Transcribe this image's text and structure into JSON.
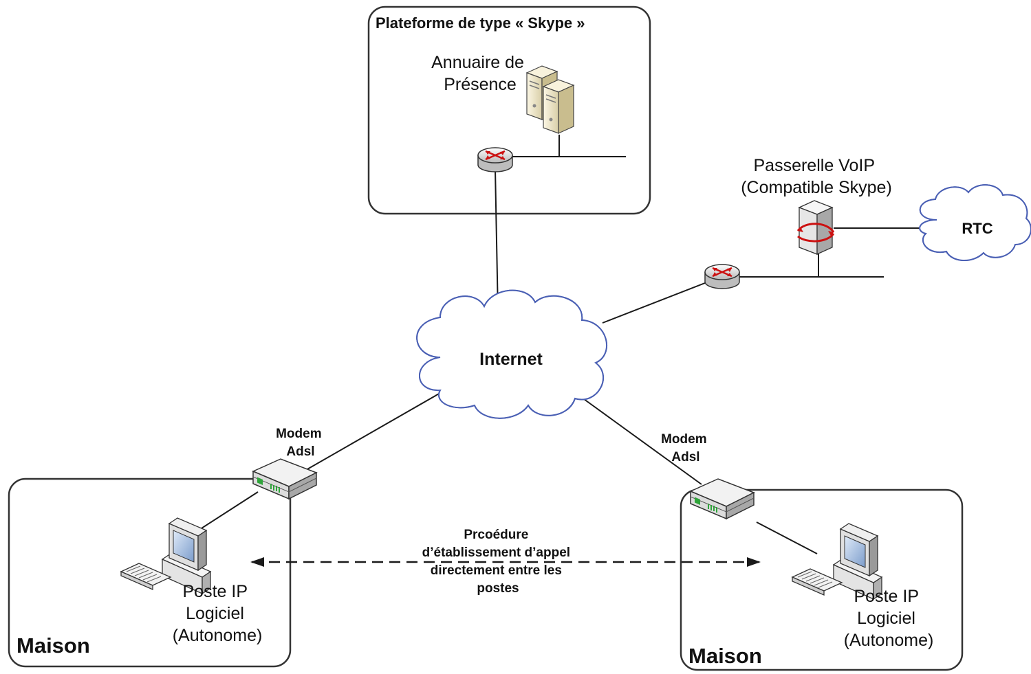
{
  "platform": {
    "title": "Plateforme de type « Skype »",
    "directory_label": [
      "Annuaire de",
      "Présence"
    ]
  },
  "gateway": {
    "label": [
      "Passerelle VoIP",
      "(Compatible Skype)"
    ]
  },
  "clouds": {
    "internet": "Internet",
    "rtc": "RTC"
  },
  "left_home": {
    "modem_label": [
      "Modem",
      "Adsl"
    ],
    "pc_label": [
      "Poste IP",
      "Logiciel",
      "(Autonome)"
    ],
    "house_label": "Maison"
  },
  "right_home": {
    "modem_label": [
      "Modem",
      "Adsl"
    ],
    "pc_label": [
      "Poste IP",
      "Logiciel",
      "(Autonome)"
    ],
    "house_label": "Maison"
  },
  "call_procedure": {
    "label": [
      "Prcoédure",
      "d’établissement d’appel",
      "directement entre les",
      "postes"
    ]
  },
  "colors": {
    "router_arrows": "#cc1111",
    "cloud_fill": "#ffffff",
    "cloud_edge": "#4a5fb4",
    "server_body": "#efe6c8",
    "device_body": "#ececec",
    "screen": "#9db7dc",
    "modem_leds": "#2fa43a"
  }
}
